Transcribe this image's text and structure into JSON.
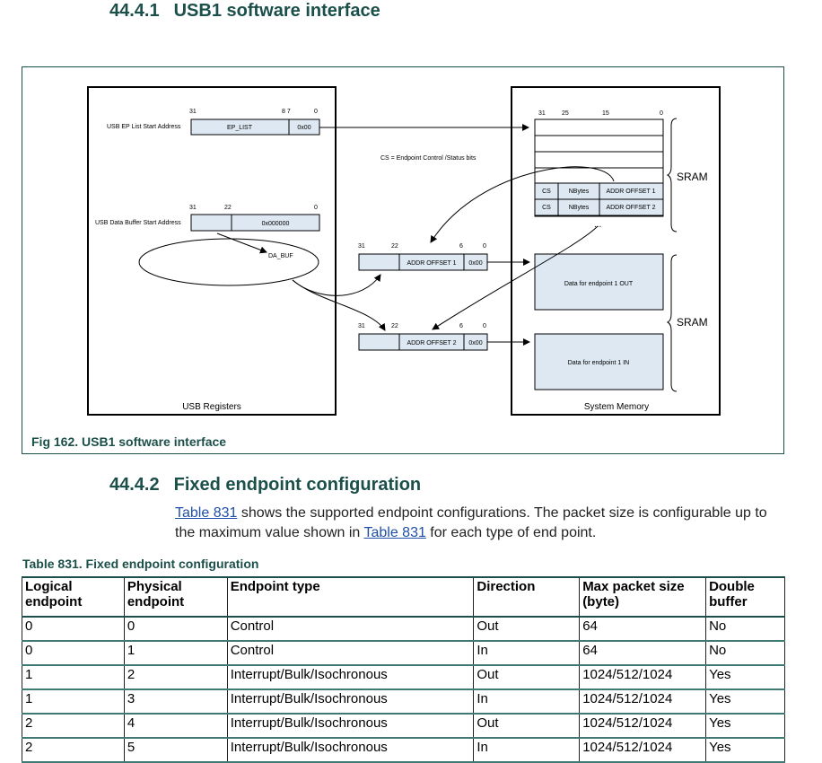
{
  "section1": {
    "number": "44.4.1",
    "title": "USB1 software interface"
  },
  "figure": {
    "caption": "Fig 162. USB1 software interface",
    "cs_note": "CS = Endpoint Control /Status bits",
    "usb_registers": {
      "label": "USB Registers",
      "ep_list_label": "USB EP List Start Address",
      "ep_list_bits": [
        "31",
        "8 7",
        "0"
      ],
      "ep_list_field": "EP_LIST",
      "ep_list_low": "0x00",
      "data_buf_label": "USB Data Buffer Start Address",
      "data_buf_bits": [
        "31",
        "22",
        "0"
      ],
      "data_buf_value": "0x000000",
      "da_buf": "DA_BUF"
    },
    "offset_regs": [
      {
        "bits": [
          "31",
          "22",
          "6",
          "0"
        ],
        "field": "ADDR OFFSET 1",
        "low": "0x00"
      },
      {
        "bits": [
          "31",
          "22",
          "6",
          "0"
        ],
        "field": "ADDR OFFSET 2",
        "low": "0x00"
      }
    ],
    "system_memory": {
      "label": "System Memory",
      "bits": [
        "31",
        "25",
        "15",
        "0"
      ],
      "rows": [
        {
          "cs": "CS",
          "nbytes": "NBytes",
          "offset": "ADDR OFFSET 1"
        },
        {
          "cs": "CS",
          "nbytes": "NBytes",
          "offset": "ADDR OFFSET 2"
        }
      ],
      "ellipsis": "...",
      "sram_label": "SRAM",
      "data1": "Data for endpoint   1 OUT",
      "data2": "Data for endpoint   1 IN"
    }
  },
  "section2": {
    "number": "44.4.2",
    "title": "Fixed endpoint configuration"
  },
  "paragraph": {
    "link": "Table 831",
    "text1": " shows the supported endpoint configurations. The packet size is configurable up to the maximum value shown in ",
    "text2": " for each type of end point."
  },
  "table": {
    "title": "Table 831.  Fixed endpoint configuration",
    "headers": [
      "Logical endpoint",
      "Physical endpoint",
      "Endpoint type",
      "Direction",
      "Max packet size (byte)",
      "Double buffer"
    ],
    "rows": [
      [
        "0",
        "0",
        "Control",
        "Out",
        "64",
        "No"
      ],
      [
        "0",
        "1",
        "Control",
        "In",
        "64",
        "No"
      ],
      [
        "1",
        "2",
        "Interrupt/Bulk/Isochronous",
        "Out",
        "1024/512/1024",
        "Yes"
      ],
      [
        "1",
        "3",
        "Interrupt/Bulk/Isochronous",
        "In",
        "1024/512/1024",
        "Yes"
      ],
      [
        "2",
        "4",
        "Interrupt/Bulk/Isochronous",
        "Out",
        "1024/512/1024",
        "Yes"
      ],
      [
        "2",
        "5",
        "Interrupt/Bulk/Isochronous",
        "In",
        "1024/512/1024",
        "Yes"
      ]
    ]
  }
}
